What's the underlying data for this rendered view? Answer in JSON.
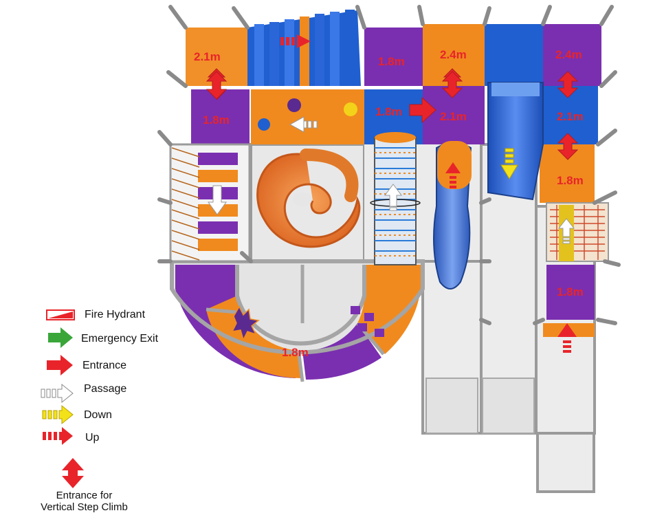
{
  "heights": {
    "h1": "2.1m",
    "h2": "1.8m",
    "h3": "2.4m",
    "h4": "2.4m",
    "h5": "1.8m",
    "h6": "1.8m",
    "h7": "2.1m",
    "h8": "2.1m",
    "h9": "1.8m",
    "h10": "1.8m",
    "h11": "1.8m"
  },
  "legend": {
    "fire_hydrant": "Fire Hydrant",
    "emergency_exit": "Emergency Exit",
    "entrance": "Entrance",
    "passage": "Passage",
    "down": "Down",
    "up": "Up",
    "entrance_vertical": "Entrance for\nVertical Step Climb"
  },
  "colors": {
    "orange": "#f08a1e",
    "purple": "#7a2fb0",
    "blue": "#1f5fd0",
    "red": "#e8242a",
    "green": "#3aa63a",
    "yellow": "#f3e21a",
    "floor": "#e6e6e6",
    "frame": "#9a9a9a"
  }
}
